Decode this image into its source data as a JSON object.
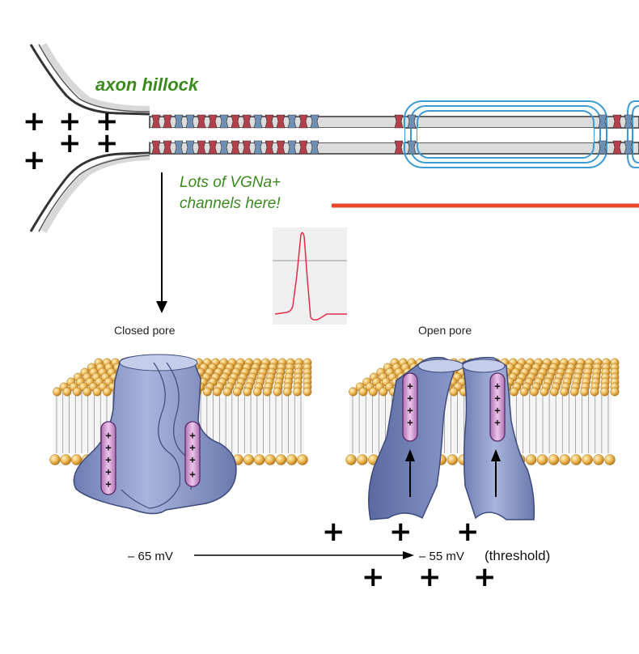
{
  "labels": {
    "hillock": "axon hillock",
    "note_line1": "Lots of VGNa+",
    "note_line2": "channels here!",
    "closed_pore": "Closed pore",
    "open_pore": "Open pore",
    "mv_start": "– 65 mV",
    "mv_end": "– 55 mV",
    "threshold": "(threshold)",
    "plus": "+"
  },
  "colors": {
    "label_green": "#3a8a1e",
    "threshold_red": "#e8452c",
    "sodium_channel": "#b4404c",
    "potassium_channel": "#6f8fb4",
    "myelin": "#3d9bd3",
    "protein": "#8795c4",
    "voltage_sensor": "#c98ec9",
    "lipid_head": "#e9b04e"
  },
  "icons": [
    "plus-sign",
    "arrow-down-icon",
    "arrow-right-icon",
    "arrow-up-icon"
  ]
}
